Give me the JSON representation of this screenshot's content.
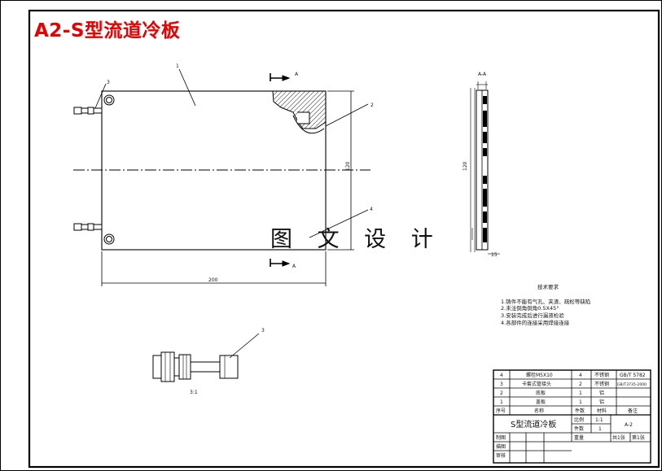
{
  "drawing": {
    "title": "A2-S型流道冷板",
    "watermark": "图 文 设 计",
    "dimensions": {
      "width": "200",
      "height": "120",
      "side_thickness": "15"
    },
    "section_labels": {
      "section": "A-A",
      "cut_top": "A",
      "cut_bottom": "A"
    },
    "balloons": [
      "1",
      "2",
      "3",
      "4"
    ],
    "detail_scale": "3:1"
  },
  "tech_requirements": {
    "heading": "技术要求",
    "items": [
      "1.铸件不能有气孔、夹渣、疏松等缺陷",
      "2.未注倒角倒角0.5X45°",
      "3.安装完成后进行漏液检验",
      "4.各部件的连接采用焊接连接"
    ]
  },
  "bom": {
    "rows": [
      {
        "no": "4",
        "name": "螺栓M5X10",
        "qty": "4",
        "material": "不锈钢",
        "note": "GB/T 5782"
      },
      {
        "no": "3",
        "name": "卡套式管接头",
        "qty": "2",
        "material": "不锈钢",
        "note": "GB/T3735-2000"
      },
      {
        "no": "2",
        "name": "底板",
        "qty": "1",
        "material": "铝",
        "note": ""
      },
      {
        "no": "1",
        "name": "盖板",
        "qty": "1",
        "material": "铝",
        "note": ""
      }
    ],
    "header": {
      "no": "序号",
      "name": "名称",
      "qty": "件数",
      "material": "材料",
      "note": "备注"
    }
  },
  "title_block": {
    "name": "S型流道冷板",
    "scale_label": "比例",
    "scale": "1:1",
    "qty_label": "件数",
    "qty": "1",
    "weight_label": "重量",
    "drawing_no": "A-2",
    "sheets_total": "共1张",
    "sheet_no": "第1张",
    "draw_label": "制图",
    "design_label": "描图",
    "check_label": "审核"
  }
}
